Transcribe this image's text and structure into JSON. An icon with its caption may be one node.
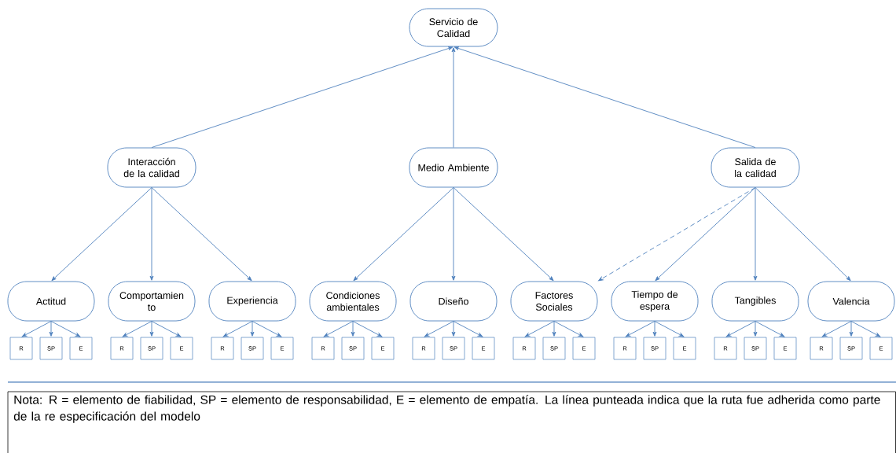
{
  "diagram": {
    "caption": "Nota: R = elemento de fiabilidad, SP = elemento de responsabilidad, E = elemento de empatía. La línea punteada indica que la ruta fue adherida como parte de la re especificación del modelo",
    "nodes": [
      {
        "text": [
          "Servicio de Calidad"
        ]
      },
      {
        "text": [
          "Interacción de la calidad"
        ]
      },
      {
        "text": [
          "Medio Ambiente"
        ]
      },
      {
        "text": [
          "Salida de la calidad"
        ]
      },
      {
        "text": [
          "Actitud"
        ]
      },
      {
        "text": [
          "Comportamien to"
        ]
      },
      {
        "text": [
          "Experiencia"
        ]
      },
      {
        "text": [
          "Condiciones ambientales"
        ]
      },
      {
        "text": [
          "Diseño"
        ]
      },
      {
        "text": [
          "Factores Sociales"
        ]
      },
      {
        "text": [
          "Tiempo de espera"
        ]
      },
      {
        "text": [
          "Tangibles"
        ]
      },
      {
        "text": [
          "Valencia"
        ]
      },
      {
        "text": [
          "R"
        ]
      },
      {
        "text": [
          "SP"
        ]
      },
      {
        "text": [
          "E"
        ]
      },
      {
        "text": [
          "R"
        ]
      },
      {
        "text": [
          "SP"
        ]
      },
      {
        "text": [
          "E"
        ]
      },
      {
        "text": [
          "R"
        ]
      },
      {
        "text": [
          "SP"
        ]
      },
      {
        "text": [
          "E"
        ]
      },
      {
        "text": [
          "R"
        ]
      },
      {
        "text": [
          "SP"
        ]
      },
      {
        "text": [
          "E"
        ]
      },
      {
        "text": [
          "R"
        ]
      },
      {
        "text": [
          "SP"
        ]
      },
      {
        "text": [
          "E"
        ]
      },
      {
        "text": [
          "R"
        ]
      },
      {
        "text": [
          "SP"
        ]
      },
      {
        "text": [
          "E"
        ]
      },
      {
        "text": [
          "R"
        ]
      },
      {
        "text": [
          "SP"
        ]
      },
      {
        "text": [
          "E"
        ]
      },
      {
        "text": [
          "R"
        ]
      },
      {
        "text": [
          "SP"
        ]
      },
      {
        "text": [
          "E"
        ]
      },
      {
        "text": [
          "R"
        ]
      },
      {
        "text": [
          "SP"
        ]
      },
      {
        "text": [
          "E"
        ]
      }
    ],
    "edges": [
      {
        "from": 1,
        "to": 0,
        "arrow": "to"
      },
      {
        "from": 2,
        "to": 0,
        "arrow": "to"
      },
      {
        "from": 3,
        "to": 0,
        "arrow": "to"
      },
      {
        "from": 1,
        "to": 4,
        "arrow": "to"
      },
      {
        "from": 1,
        "to": 5,
        "arrow": "to"
      },
      {
        "from": 1,
        "to": 6,
        "arrow": "to"
      },
      {
        "from": 2,
        "to": 7,
        "arrow": "to"
      },
      {
        "from": 2,
        "to": 8,
        "arrow": "to"
      },
      {
        "from": 2,
        "to": 9,
        "arrow": "to"
      },
      {
        "from": 3,
        "to": 9,
        "arrow": "to",
        "style": "dashed"
      },
      {
        "from": 3,
        "to": 10,
        "arrow": "to"
      },
      {
        "from": 3,
        "to": 11,
        "arrow": "to"
      },
      {
        "from": 3,
        "to": 12,
        "arrow": "to"
      },
      {
        "from": 4,
        "to": 13,
        "arrow": "to"
      },
      {
        "from": 4,
        "to": 14,
        "arrow": "to"
      },
      {
        "from": 4,
        "to": 15,
        "arrow": "to"
      },
      {
        "from": 5,
        "to": 16,
        "arrow": "to"
      },
      {
        "from": 5,
        "to": 17,
        "arrow": "to"
      },
      {
        "from": 5,
        "to": 18,
        "arrow": "to"
      },
      {
        "from": 6,
        "to": 19,
        "arrow": "to"
      },
      {
        "from": 6,
        "to": 20,
        "arrow": "to"
      },
      {
        "from": 6,
        "to": 21,
        "arrow": "to"
      },
      {
        "from": 7,
        "to": 22,
        "arrow": "to"
      },
      {
        "from": 7,
        "to": 23,
        "arrow": "to"
      },
      {
        "from": 7,
        "to": 24,
        "arrow": "to"
      },
      {
        "from": 8,
        "to": 25,
        "arrow": "to"
      },
      {
        "from": 8,
        "to": 26,
        "arrow": "to"
      },
      {
        "from": 8,
        "to": 27,
        "arrow": "to"
      },
      {
        "from": 9,
        "to": 28,
        "arrow": "to"
      },
      {
        "from": 9,
        "to": 29,
        "arrow": "to"
      },
      {
        "from": 9,
        "to": 30,
        "arrow": "to"
      },
      {
        "from": 10,
        "to": 31,
        "arrow": "to"
      },
      {
        "from": 10,
        "to": 32,
        "arrow": "to"
      },
      {
        "from": 10,
        "to": 33,
        "arrow": "to"
      },
      {
        "from": 11,
        "to": 34,
        "arrow": "to"
      },
      {
        "from": 11,
        "to": 35,
        "arrow": "to"
      },
      {
        "from": 11,
        "to": 36,
        "arrow": "to"
      },
      {
        "from": 12,
        "to": 37,
        "arrow": "to"
      },
      {
        "from": 12,
        "to": 38,
        "arrow": "to"
      },
      {
        "from": 12,
        "to": 39,
        "arrow": "to"
      }
    ]
  }
}
